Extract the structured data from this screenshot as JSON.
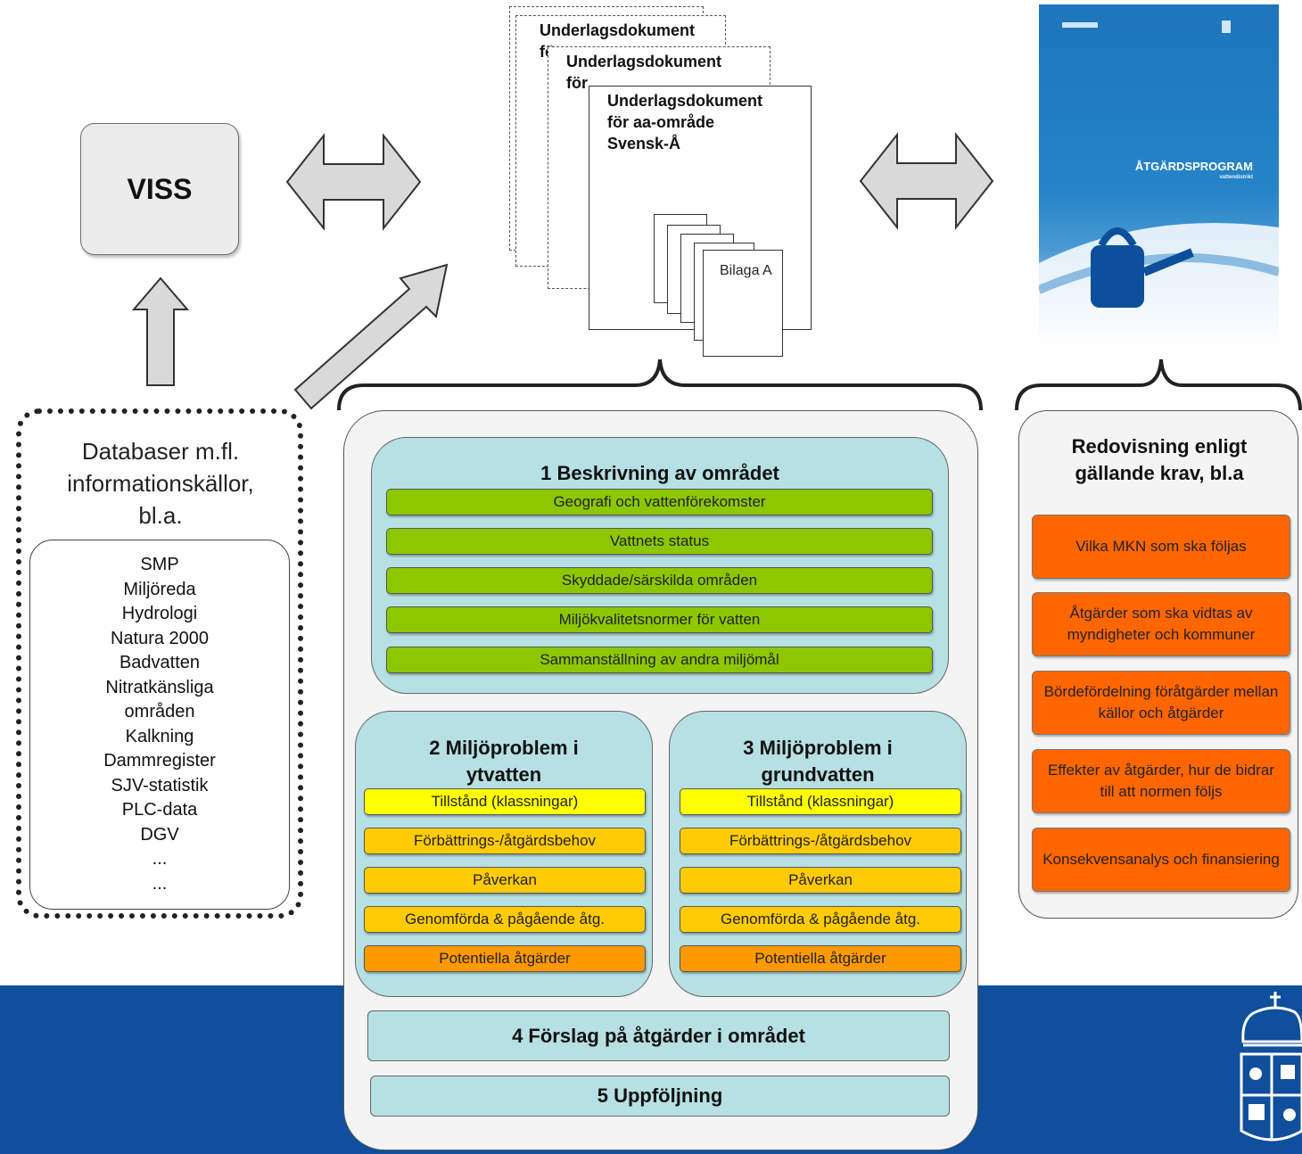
{
  "viss": {
    "label": "VISS"
  },
  "databases": {
    "title_lines": [
      "Databaser m.fl.",
      "informationskällor,",
      "bl.a."
    ],
    "items": [
      "SMP",
      "Miljöreda",
      "Hydrologi",
      "Natura 2000",
      "Badvatten",
      "Nitratkänsliga",
      "områden",
      "Kalkning",
      "Dammregister",
      "SJV-statistik",
      "PLC-data",
      "DGV",
      "...",
      "..."
    ]
  },
  "documents": {
    "back1_title": "Underlagsdokument",
    "back1_fragment": "fö",
    "back2_title": "Underlagsdokument",
    "back2_fragment": "för",
    "front_lines": [
      "Underlagsdokument",
      "för aa-område",
      "Svensk-Å"
    ],
    "attachment_label": "Bilaga A"
  },
  "cover": {
    "title": "ÅTGÄRDSPROGRAM",
    "subtitle": "vattendistrikt"
  },
  "section1": {
    "title": "1 Beskrivning av området",
    "items": [
      "Geografi och vattenförekomster",
      "Vattnets status",
      "Skyddade/särskilda områden",
      "Miljökvalitetsnormer för vatten",
      "Sammanställning av andra miljömål"
    ]
  },
  "section2": {
    "title_lines": [
      "2 Miljöproblem i",
      "ytvatten"
    ],
    "items": [
      "Tillstånd (klassningar)",
      "Förbättrings-/åtgärdsbehov",
      "Påverkan",
      "Genomförda & pågående åtg.",
      "Potentiella åtgärder"
    ]
  },
  "section3": {
    "title_lines": [
      "3 Miljöproblem i",
      "grundvatten"
    ],
    "items": [
      "Tillstånd (klassningar)",
      "Förbättrings-/åtgärdsbehov",
      "Påverkan",
      "Genomförda & pågående åtg.",
      "Potentiella åtgärder"
    ]
  },
  "section4": {
    "title": "4 Förslag på åtgärder i området"
  },
  "section5": {
    "title": "5 Uppföljning"
  },
  "redovisning": {
    "title_lines": [
      "Redovisning enligt",
      "gällande krav, bl.a"
    ],
    "items": [
      "Vilka MKN som ska följas",
      "Åtgärder som ska vidtas av myndigheter och kommuner",
      "Bördefördelning föråtgärder mellan källor och åtgärder",
      "Effekter av åtgärder, hur de bidrar till att normen följs",
      "Konsekvensanalys och finansiering"
    ]
  },
  "colors": {
    "band": "#0f4f9b",
    "green_bar": "#8dc700",
    "yellow_bar": "#ffff00",
    "amber_bar": "#ffcb05",
    "orange_bar": "#ff9900",
    "red_orange_box": "#ff6600",
    "section_fill": "#b6e0e3",
    "arrow_fill": "#d9d9d9"
  }
}
